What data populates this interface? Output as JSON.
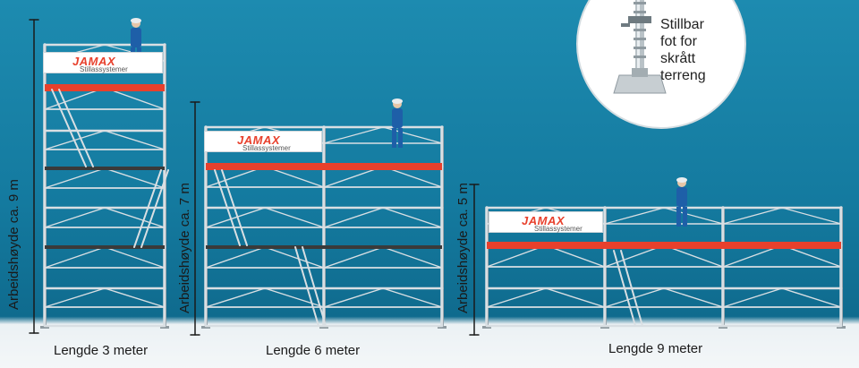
{
  "colors": {
    "wall": "#147a9f",
    "floor": "#f4f7f8",
    "tube": "#d9dfe3",
    "tube_shadow": "#9aa6ad",
    "platform_red": "#e8402c",
    "deck_dark": "#3a3a3a",
    "worker_blue": "#1e5fa8",
    "brand_red": "#e8402c"
  },
  "brand": {
    "name": "JAMAX",
    "subtitle": "Stillassystemer"
  },
  "callout": {
    "lines": [
      "Stillbar",
      "fot for",
      "skrått",
      "terreng"
    ]
  },
  "scaffolds": [
    {
      "height_label": "Arbeidshøyde ca. 9 m",
      "length_label": "Lengde 3 meter"
    },
    {
      "height_label": "Arbeidshøyde ca. 7 m",
      "length_label": "Lengde 6 meter"
    },
    {
      "height_label": "Arbeidshøyde ca. 5 m",
      "length_label": "Lengde 9 meter"
    }
  ]
}
